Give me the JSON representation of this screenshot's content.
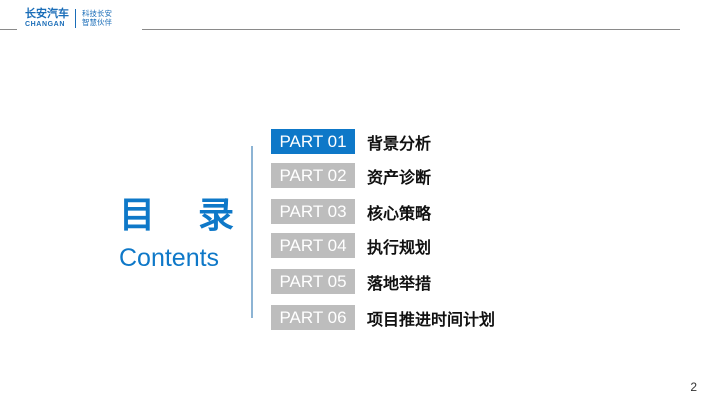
{
  "header": {
    "logo": {
      "cn": "长安汽车",
      "en": "CHANGAN",
      "slogan_line1": "科技长安",
      "slogan_line2": "智慧伙伴"
    }
  },
  "title": {
    "cn_char1": "目",
    "cn_char2": "录",
    "en": "Contents"
  },
  "toc": {
    "items": [
      {
        "part": "PART 01",
        "title": "背景分析",
        "active": true
      },
      {
        "part": "PART 02",
        "title": "资产诊断",
        "active": false
      },
      {
        "part": "PART 03",
        "title": "核心策略",
        "active": false
      },
      {
        "part": "PART 04",
        "title": "执行规划",
        "active": false
      },
      {
        "part": "PART 05",
        "title": "落地举措",
        "active": false
      },
      {
        "part": "PART 06",
        "title": "项目推进时间计划",
        "active": false
      }
    ]
  },
  "footer": {
    "page_number": "2"
  },
  "colors": {
    "accent": "#0e78c8",
    "inactive_box": "#bdbdbd",
    "divider": "#8db4d4"
  }
}
